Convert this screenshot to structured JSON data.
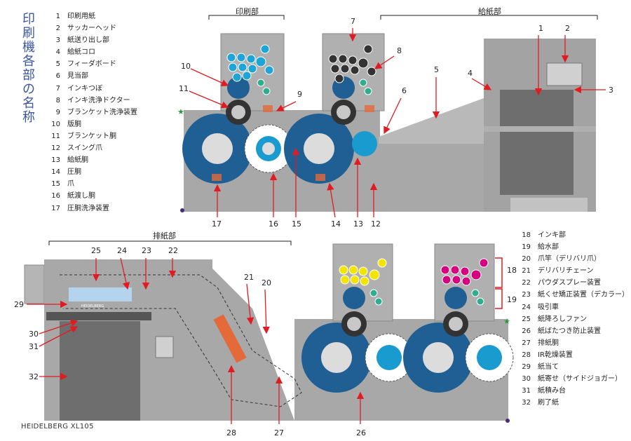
{
  "title": "印刷機各部の名称",
  "footer": "HEIDELBERG XL105",
  "sections": {
    "printing": "印刷部",
    "feeder": "給紙部",
    "delivery": "排紙部"
  },
  "legend_left": [
    {
      "n": "1",
      "label": "印刷用紙"
    },
    {
      "n": "2",
      "label": "サッカーヘッド"
    },
    {
      "n": "3",
      "label": "紙送り出し部"
    },
    {
      "n": "4",
      "label": "給紙コロ"
    },
    {
      "n": "5",
      "label": "フィーダボード"
    },
    {
      "n": "6",
      "label": "見当部"
    },
    {
      "n": "7",
      "label": "インキつぼ"
    },
    {
      "n": "8",
      "label": "インキ洗浄ドクター"
    },
    {
      "n": "9",
      "label": "ブランケット洗浄装置"
    },
    {
      "n": "10",
      "label": "版胴"
    },
    {
      "n": "11",
      "label": "ブランケット胴"
    },
    {
      "n": "12",
      "label": "スイング爪"
    },
    {
      "n": "13",
      "label": "給紙胴"
    },
    {
      "n": "14",
      "label": "圧胴"
    },
    {
      "n": "15",
      "label": "爪"
    },
    {
      "n": "16",
      "label": "紙渡し胴"
    },
    {
      "n": "17",
      "label": "圧胴洗浄装置"
    }
  ],
  "legend_right": [
    {
      "n": "18",
      "label": "インキ部"
    },
    {
      "n": "19",
      "label": "給水部"
    },
    {
      "n": "20",
      "label": "爪竿（デリバリ爪）"
    },
    {
      "n": "21",
      "label": "デリバリチェーン"
    },
    {
      "n": "22",
      "label": "パウダスプレー装置"
    },
    {
      "n": "23",
      "label": "紙くせ矯正装置（デカラー）"
    },
    {
      "n": "24",
      "label": "吸引車"
    },
    {
      "n": "25",
      "label": "紙降ろしファン"
    },
    {
      "n": "26",
      "label": "紙ばたつき防止装置"
    },
    {
      "n": "27",
      "label": "排紙胴"
    },
    {
      "n": "28",
      "label": "IR乾燥装置"
    },
    {
      "n": "29",
      "label": "紙当て"
    },
    {
      "n": "30",
      "label": "紙寄せ（サイドジョガー）"
    },
    {
      "n": "31",
      "label": "紙積み台"
    },
    {
      "n": "32",
      "label": "刷了紙"
    }
  ],
  "callouts": {
    "c1": "1",
    "c2": "2",
    "c3": "3",
    "c4": "4",
    "c5": "5",
    "c6": "6",
    "c7": "7",
    "c8": "8",
    "c9": "9",
    "c10": "10",
    "c11": "11",
    "c12": "12",
    "c13": "13",
    "c14": "14",
    "c15": "15",
    "c16": "16",
    "c17": "17",
    "c18": "18",
    "c19": "19",
    "c20": "20",
    "c21": "21",
    "c22": "22",
    "c23": "23",
    "c24": "24",
    "c25": "25",
    "c26": "26",
    "c27": "27",
    "c28": "28",
    "c29": "29",
    "c30": "30",
    "c31": "31",
    "c32": "32"
  },
  "inner_label": "HEIDELBERG",
  "colors": {
    "title": "#3a56a5",
    "machine": "#a8a8a8",
    "machine_dark": "#7a7a7a",
    "cylinder_blue": "#1f5f93",
    "cylinder_cyan": "#1a9bd0",
    "arrow": "#e11b22",
    "ink_cyan": "#1ea5d8",
    "ink_black": "#333333",
    "ink_yellow": "#f2e600",
    "ink_magenta": "#d5007f",
    "water": "#2fae8f"
  }
}
